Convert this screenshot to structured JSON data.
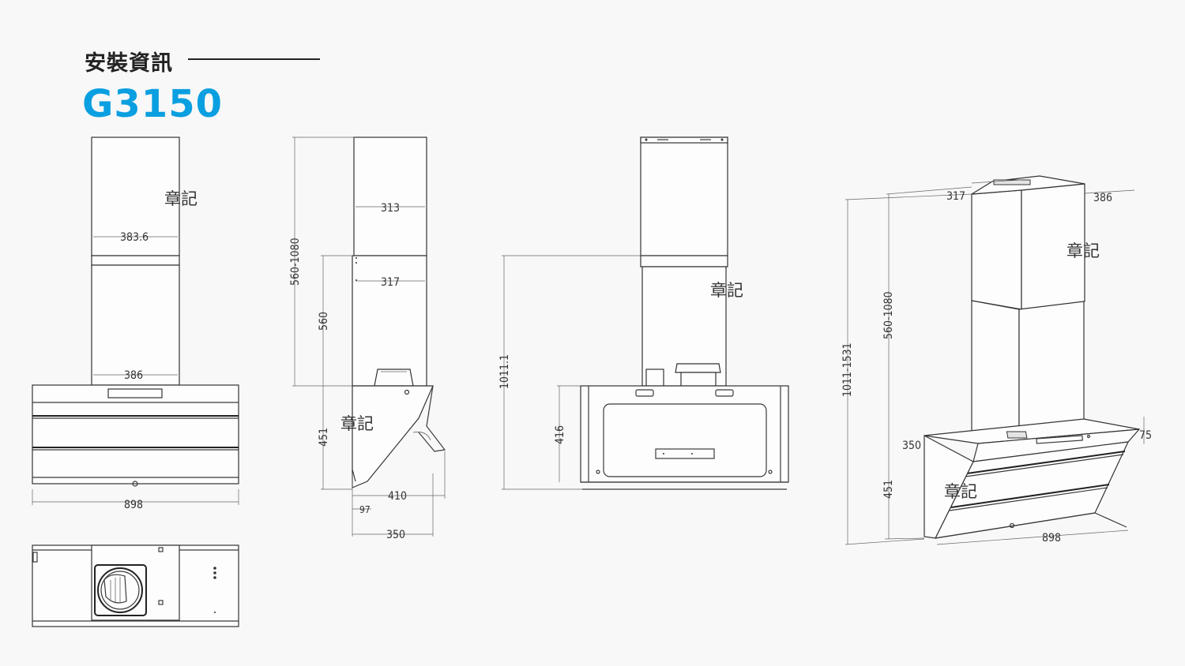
{
  "header": {
    "title": "安裝資訊",
    "model": "G3150"
  },
  "colors": {
    "model_blue": "#0a9fe0",
    "line": "#3a3a3a",
    "background": "#f8f8f8"
  },
  "stamp_label": "章記",
  "front_view": {
    "chimney_width": "383.6",
    "chimney_base_width": "386",
    "hood_width": "898"
  },
  "side_view": {
    "upper_chimney_depth": "313",
    "lower_chimney_depth": "317",
    "chimney_height_range": "560-1080",
    "chimney_height": "560",
    "hood_height": "451",
    "hood_depth": "410",
    "front_offset": "97",
    "total_depth": "350"
  },
  "rear_view": {
    "total_height": "1011.1",
    "hood_height": "416"
  },
  "iso_view": {
    "lower_chimney_depth": "317",
    "upper_width": "386",
    "chimney_height_range": "560-1080",
    "total_height_range": "1011-1531",
    "hood_depth": "350",
    "hood_height": "451",
    "hood_width": "898",
    "top_thickness": "75"
  }
}
